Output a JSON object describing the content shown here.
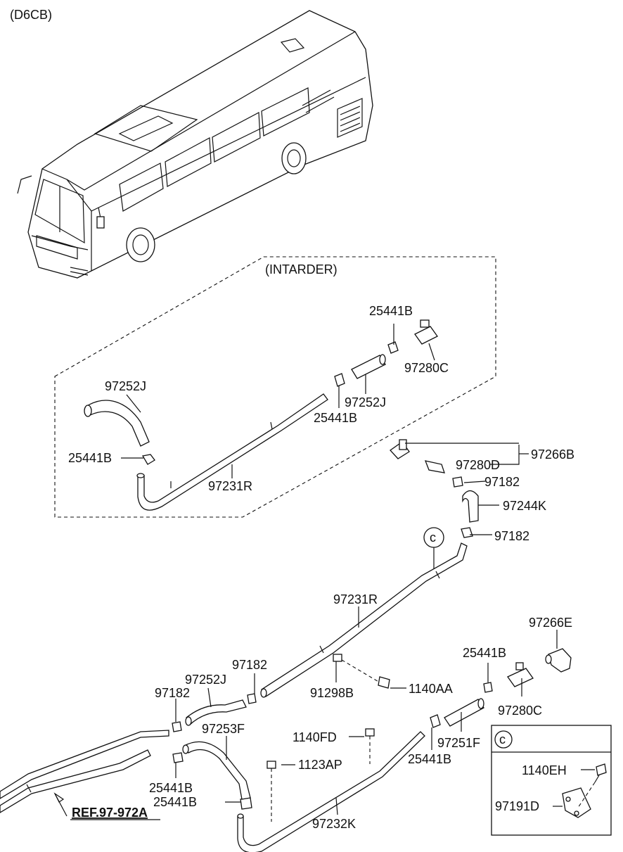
{
  "engine": "(D6CB)",
  "section_title": "(INTARDER)",
  "callout_letter": "c",
  "reference": "REF.97-972A",
  "part_labels": {
    "intarder_97252J_hose": "97252J",
    "intarder_25441B_left": "25441B",
    "intarder_97231R": "97231R",
    "intarder_25441B_top": "25441B",
    "intarder_97280C": "97280C",
    "intarder_97252J_short": "97252J",
    "intarder_25441B_mid": "25441B",
    "p97266B": "97266B",
    "p97280D": "97280D",
    "p97182_a": "97182",
    "p97244K": "97244K",
    "p97182_b": "97182",
    "p97231R": "97231R",
    "p97266E": "97266E",
    "p25441B_right": "25441B",
    "p97280C": "97280C",
    "p97182_c": "97182",
    "p97252J": "97252J",
    "p97182_d": "97182",
    "p91298B": "91298B",
    "p1140AA": "1140AA",
    "p97253F": "97253F",
    "p1140FD": "1140FD",
    "p97251F": "97251F",
    "p25441B_lower_right": "25441B",
    "p1123AP": "1123AP",
    "p25441B_lower_left": "25441B",
    "p25441B_bottom": "25441B",
    "p97232K": "97232K",
    "p1140EH": "1140EH",
    "p97191D": "97191D"
  }
}
